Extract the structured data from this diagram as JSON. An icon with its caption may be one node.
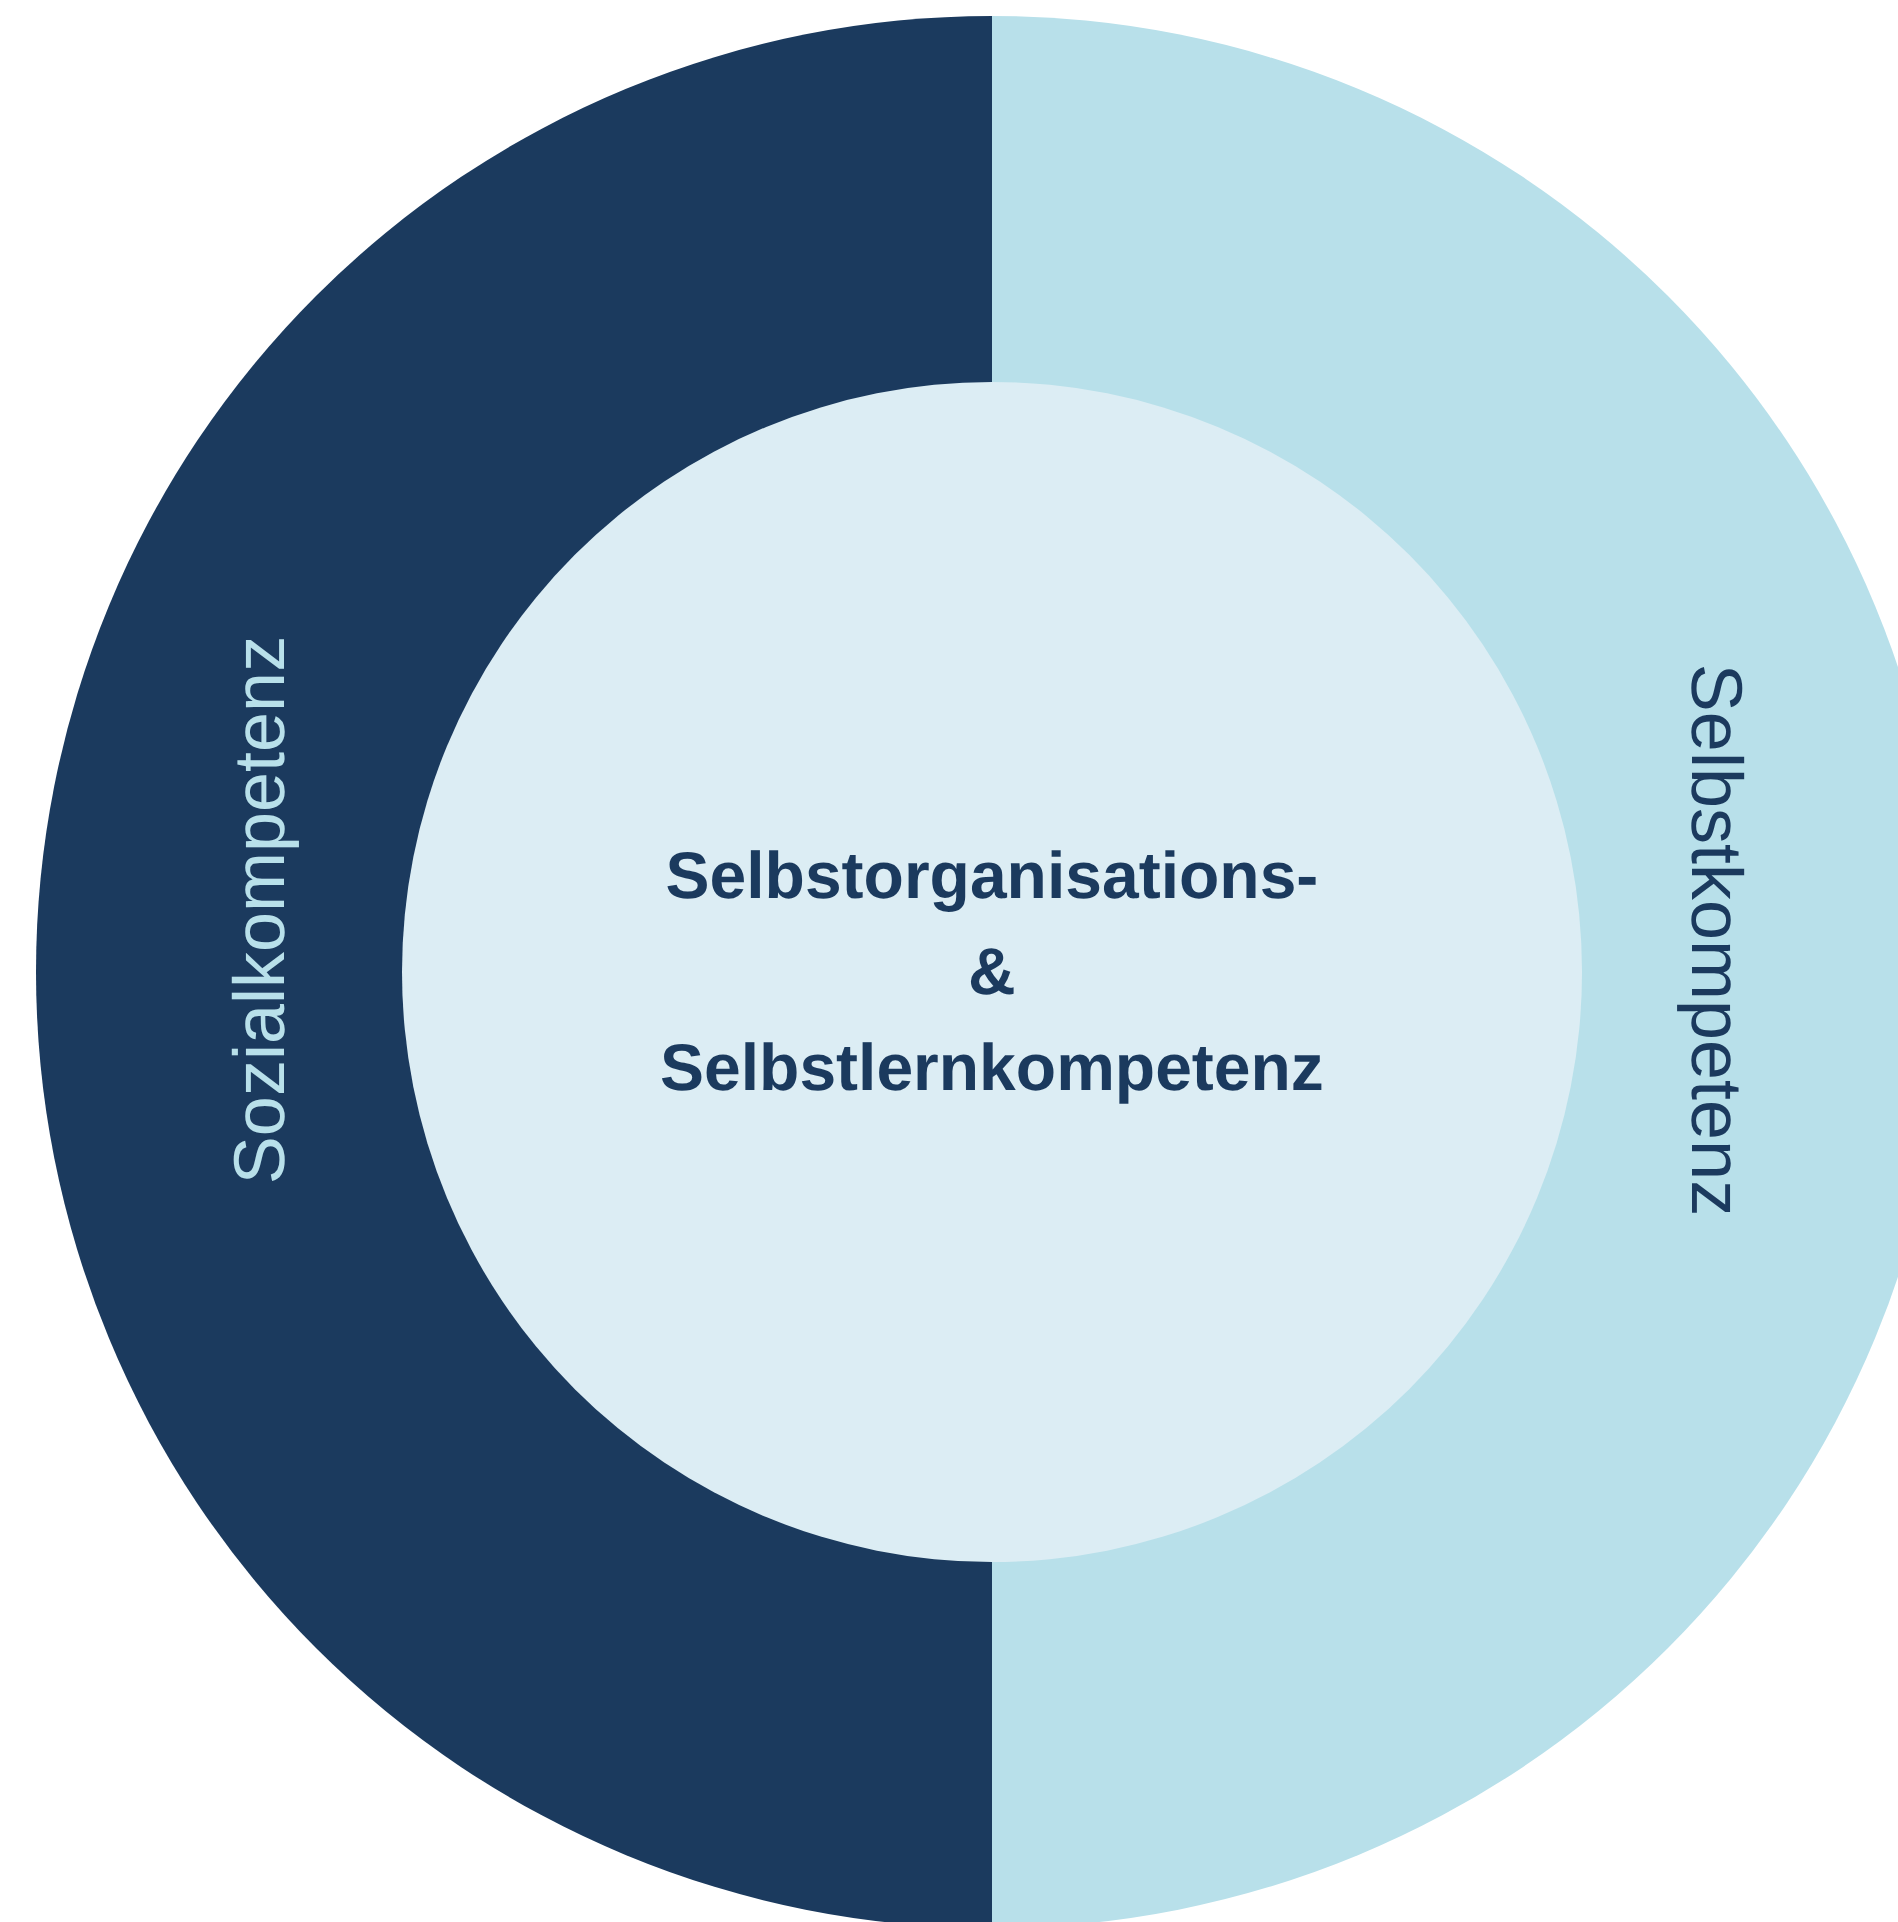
{
  "diagram": {
    "nodes": [
      {
        "text": [
          "Sozialkompetenz"
        ]
      },
      {
        "text": [
          "Selbstkompetenz"
        ]
      },
      {
        "text": [
          "Selbstorganisations- & Selbstlernkompetenz"
        ]
      }
    ]
  }
}
